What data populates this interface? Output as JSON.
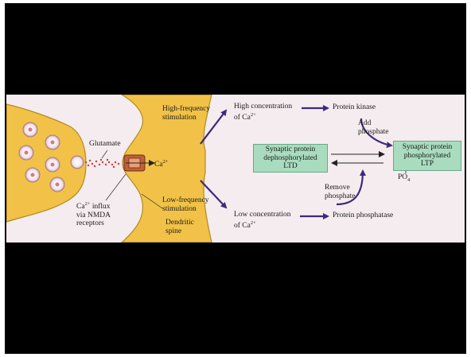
{
  "labels": {
    "glutamate": "Glutamate",
    "ca2_right_of_channel": "Ca",
    "ca2_influx_line1": "Ca",
    "ca2_influx_line1_rest": " influx",
    "ca2_influx_line2": "via NMDA",
    "ca2_influx_line3": "receptors",
    "high_freq_line1": "High-frequency",
    "high_freq_line2": "stimulation",
    "low_freq_line1": "Low-frequency",
    "low_freq_line2": "stimulation",
    "dendritic_line1": "Dendritic",
    "dendritic_line2": "spine",
    "high_conc_line1": "High concentration",
    "high_conc_line2": "of Ca",
    "low_conc_line1": "Low concentration",
    "low_conc_line2": "of Ca",
    "protein_kinase": "Protein kinase",
    "protein_phosphatase": "Protein phosphatase",
    "add_phosphate_line1": "Add",
    "add_phosphate_line2": "phosphate",
    "remove_phosphate_line1": "Remove",
    "remove_phosphate_line2": "phosphate",
    "po4": "PO",
    "sup_2plus": "2+",
    "sub_4": "4"
  },
  "boxes": {
    "ltd_line1": "Synaptic protein",
    "ltd_line2": "dephosphorylated",
    "ltd_line3": "LTD",
    "ltp_line1": "Synaptic protein",
    "ltp_line2": "phosphorylated",
    "ltp_line3": "LTP"
  },
  "colors": {
    "background_frame": "#000000",
    "panel": "#f5ecef",
    "neuron": "#f1c247",
    "arrow": "#3d2a7a",
    "box_fill": "#a9dcbf",
    "glutamate_dots": "#d23a3a"
  }
}
